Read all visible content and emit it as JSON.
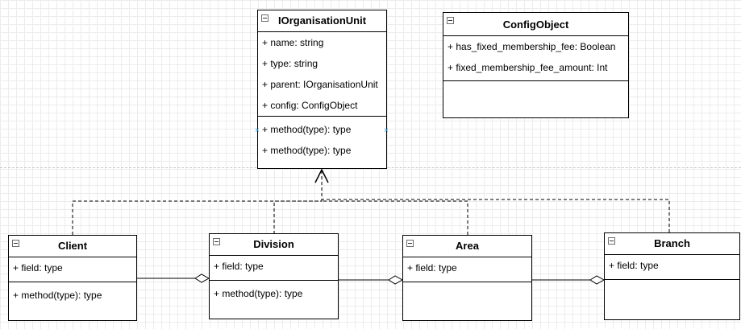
{
  "classes": {
    "org_unit": {
      "name": "IOrganisationUnit",
      "attributes": [
        "+ name: string",
        "+ type: string",
        "+ parent: IOrganisationUnit",
        "+ config: ConfigObject"
      ],
      "methods": [
        "+ method(type): type",
        "+ method(type): type"
      ]
    },
    "config_object": {
      "name": "ConfigObject",
      "attributes": [
        "+ has_fixed_membership_fee: Boolean",
        "+ fixed_membership_fee_amount: Int"
      ]
    },
    "client": {
      "name": "Client",
      "attributes": [
        "+ field: type"
      ],
      "methods": [
        "+ method(type): type"
      ]
    },
    "division": {
      "name": "Division",
      "attributes": [
        "+ field: type"
      ],
      "methods": [
        "+ method(type): type"
      ]
    },
    "area": {
      "name": "Area",
      "attributes": [
        "+ field: type"
      ]
    },
    "branch": {
      "name": "Branch",
      "attributes": [
        "+ field: type"
      ]
    }
  },
  "colors": {
    "grid": "#ececec",
    "handle": "#3aa0d8"
  }
}
